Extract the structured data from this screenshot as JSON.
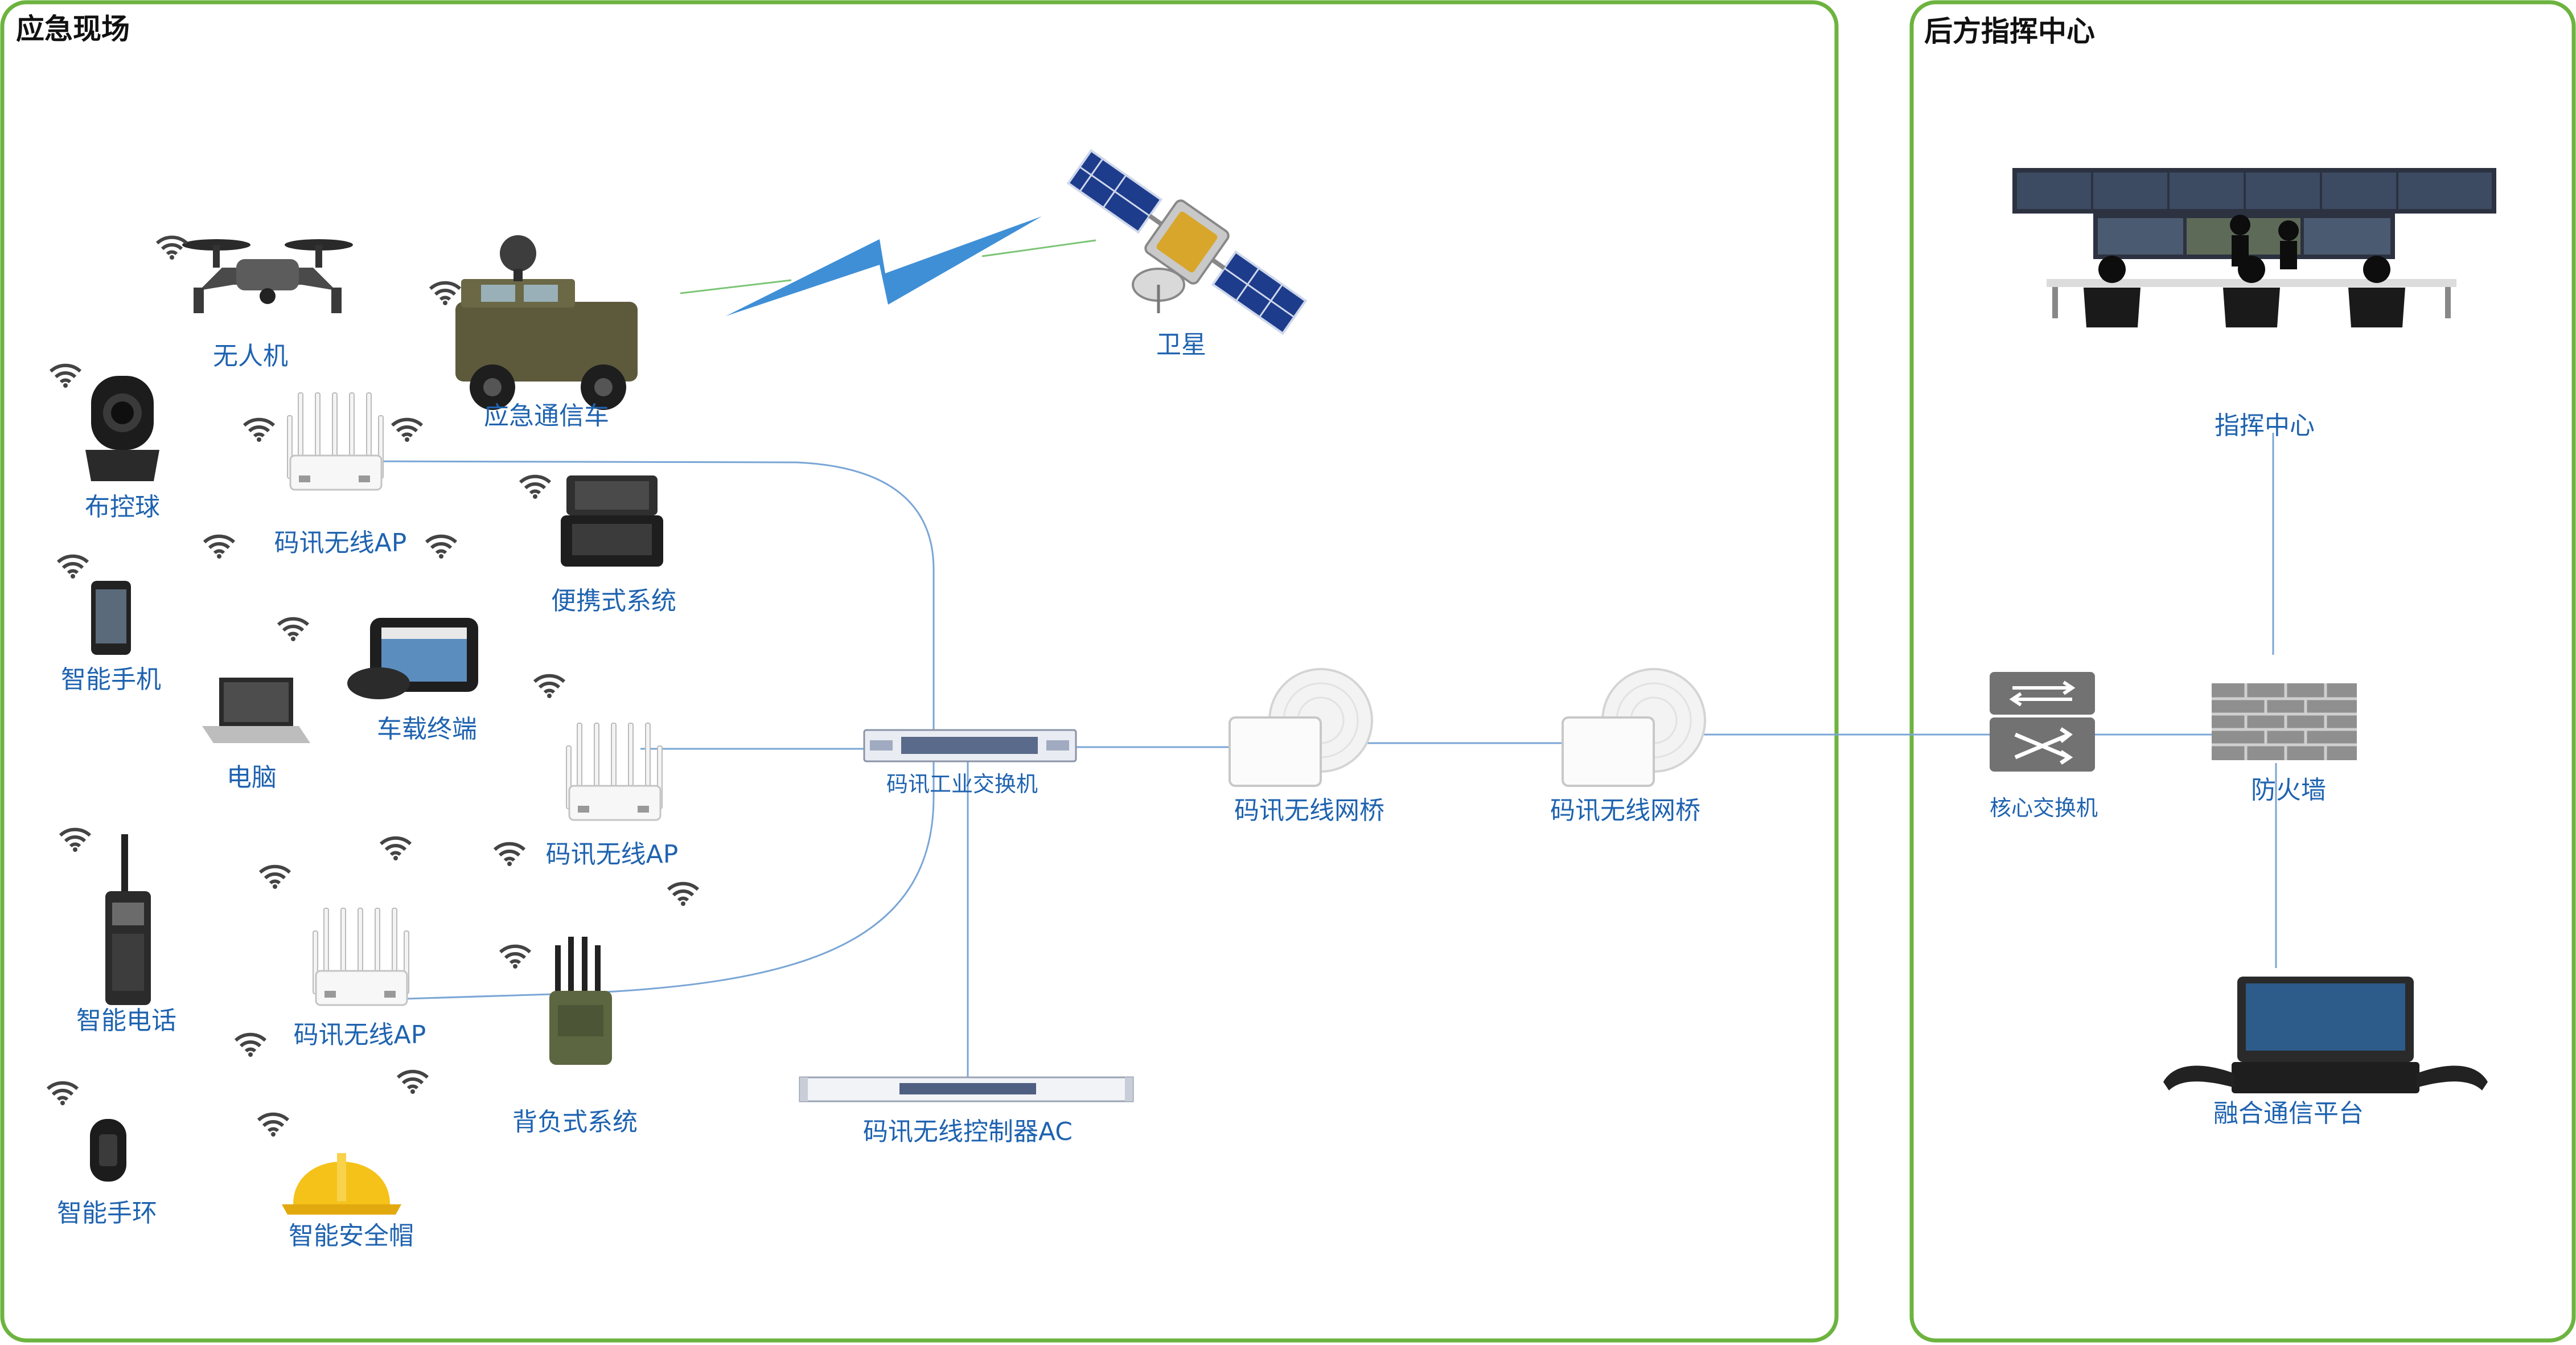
{
  "zones": {
    "field_title": "应急现场",
    "command_title": "后方指挥中心"
  },
  "labels": {
    "drone": "无人机",
    "vehicle": "应急通信车",
    "satellite": "卫星",
    "dome_camera": "布控球",
    "ap_1": "码讯无线AP",
    "portable_system": "便携式系统",
    "smartphone": "智能手机",
    "vehicle_terminal": "车载终端",
    "laptop": "电脑",
    "ap_2": "码讯无线AP",
    "industrial_switch": "码讯工业交换机",
    "bridge_1": "码讯无线网桥",
    "bridge_2": "码讯无线网桥",
    "radio": "智能电话",
    "ap_3": "码讯无线AP",
    "backpack_system": "背负式系统",
    "ac_controller": "码讯无线控制器AC",
    "wristband": "智能手环",
    "helmet": "智能安全帽",
    "command_center": "指挥中心",
    "core_switch": "核心交换机",
    "firewall": "防火墙",
    "fusion_platform": "融合通信平台"
  },
  "colors": {
    "zone_border": "#6db33f",
    "link": "#7aa6d6",
    "label": "#1f63b0",
    "title": "#111111"
  }
}
